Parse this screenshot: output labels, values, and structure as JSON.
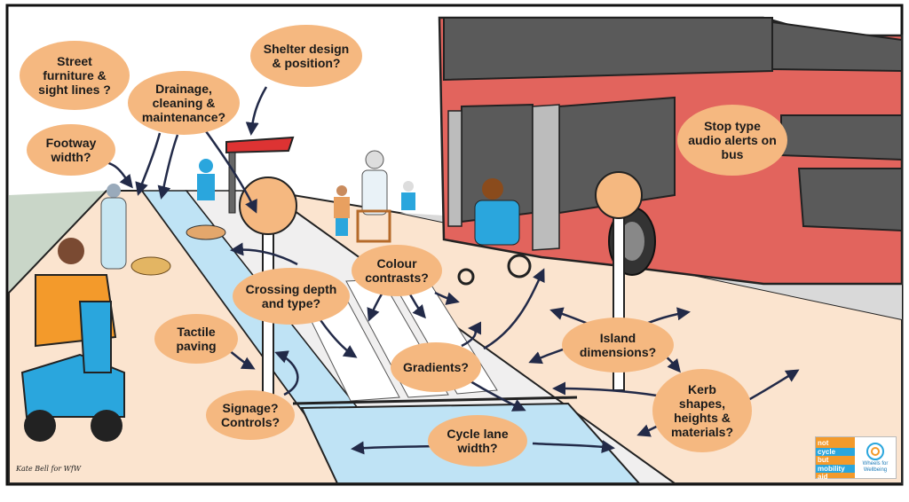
{
  "bubbles": {
    "street_furniture": "Street\nfurniture &\nsight lines ?",
    "shelter": "Shelter design\n& position?",
    "drainage": "Drainage,\ncleaning &\nmaintenance?",
    "footway": "Footway\nwidth?",
    "stop_type": "Stop type\naudio alerts on\nbus",
    "colour": "Colour\ncontrasts?",
    "crossing": "Crossing depth\nand type?",
    "tactile": "Tactile\npaving",
    "island": "Island\ndimensions?",
    "gradients": "Gradients?",
    "kerb": "Kerb\nshapes,\nheights &\nmaterials?",
    "signage": "Signage?\nControls?",
    "cycle_lane": "Cycle lane\nwidth?"
  },
  "signature": "Kate Bell for WfW",
  "logo": {
    "line1": "not",
    "line2": "cycle",
    "line3": "but",
    "line4": "mobility",
    "line5": "aid",
    "right1": "Wheels for",
    "right2": "Wellbeing"
  },
  "colors": {
    "bubble": "#f5b880",
    "bus": "#e2645d",
    "pavement": "#fbe4cf",
    "cycle_lane": "#bfe3f5",
    "scooter": "#2aa6dd",
    "outline": "#1a1a1a"
  }
}
